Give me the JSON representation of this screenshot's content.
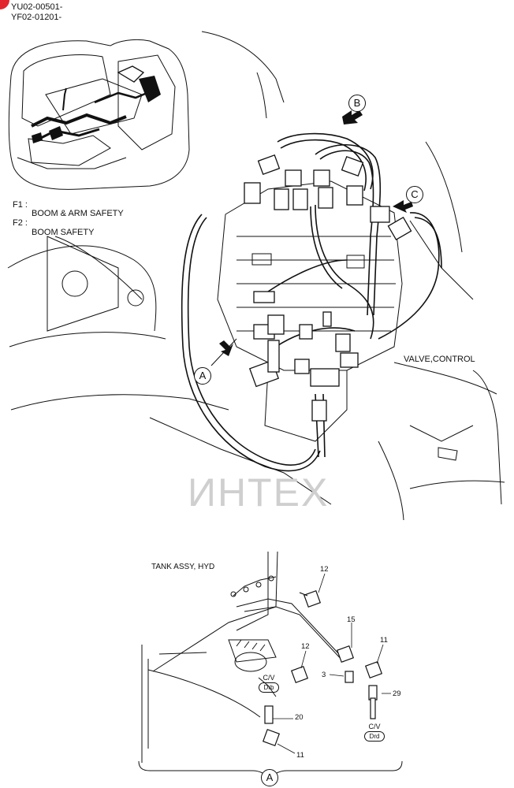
{
  "header": {
    "serial_1": "YU02-00501-",
    "serial_2": "YF02-01201-",
    "badge_color": "#e3262e"
  },
  "legend": {
    "f1_code": "F1 :",
    "f1_text": "BOOM & ARM SAFETY",
    "f2_code": "F2 :",
    "f2_text": "BOOM SAFETY"
  },
  "callouts": {
    "view_a": "A",
    "view_b": "B",
    "view_c": "C",
    "valve_label": "VALVE,CONTROL"
  },
  "watermark": {
    "text": "ИНТЕХ",
    "color": "#e9a2a2"
  },
  "detail_a": {
    "tank_label": "TANK ASSY, HYD",
    "part_12_top": "12",
    "part_15": "15",
    "part_11_right": "11",
    "part_12_mid": "12",
    "part_3": "3",
    "part_29": "29",
    "part_20": "20",
    "part_11_bottom": "11",
    "cv_left_top": "C/V",
    "cv_left_bottom": "Drb",
    "cv_right_top": "C/V",
    "cv_right_bottom": "Drd",
    "view_label": "A"
  }
}
